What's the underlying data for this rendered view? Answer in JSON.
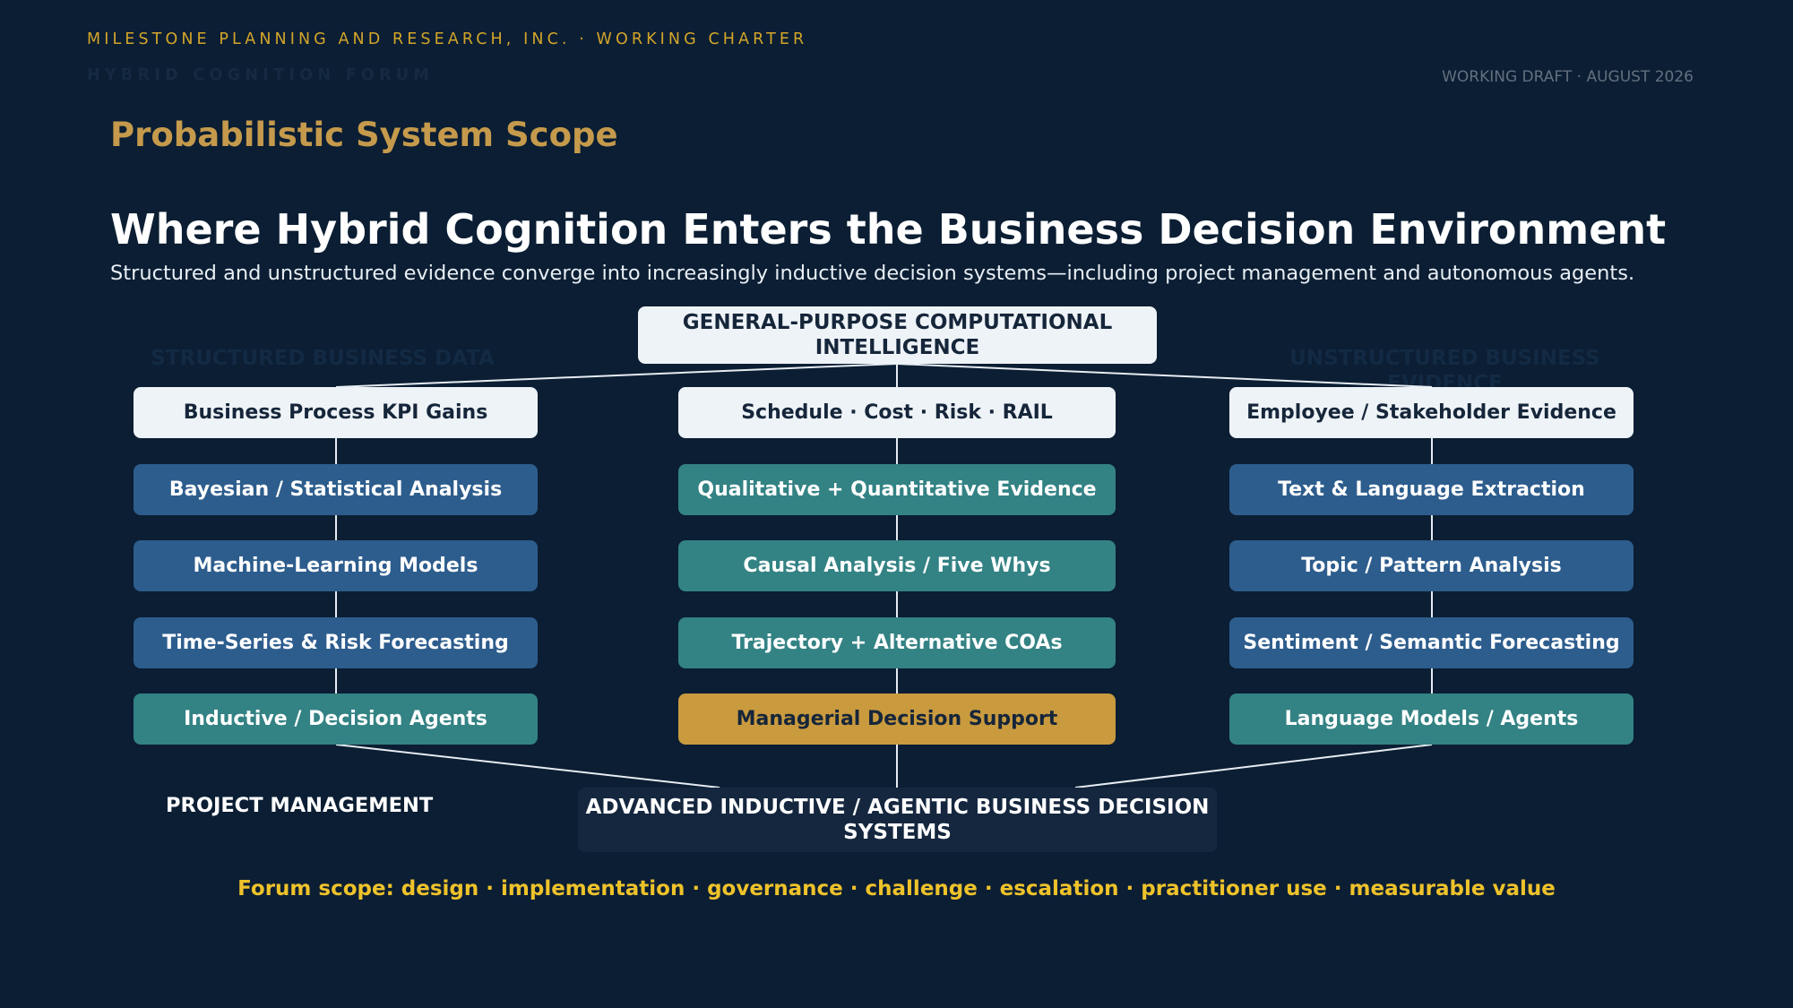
{
  "header": {
    "organization_line": "MILESTONE PLANNING AND RESEARCH, INC. · WORKING CHARTER",
    "forum_line": "HYBRID COGNITION FORUM",
    "draft_label": "WORKING DRAFT · AUGUST 2026"
  },
  "section_title": "Probabilistic System Scope",
  "main_title": "Where Hybrid Cognition Enters the Business Decision Environment",
  "subtitle": "Structured and unstructured evidence converge into increasingly inductive decision systems—including project management and autonomous agents.",
  "diagram": {
    "top_node": "GENERAL-PURPOSE COMPUTATIONAL INTELLIGENCE",
    "ghost_left": "STRUCTURED BUSINESS DATA",
    "ghost_right": "UNSTRUCTURED BUSINESS EVIDENCE",
    "columns": [
      {
        "nodes": [
          {
            "label": "Business Process KPI Gains",
            "style": "white"
          },
          {
            "label": "Bayesian / Statistical Analysis",
            "style": "blue"
          },
          {
            "label": "Machine-Learning Models",
            "style": "blue"
          },
          {
            "label": "Time-Series & Risk Forecasting",
            "style": "blue"
          },
          {
            "label": "Inductive / Decision Agents",
            "style": "teal"
          }
        ]
      },
      {
        "nodes": [
          {
            "label": "Schedule · Cost · Risk · RAIL",
            "style": "white"
          },
          {
            "label": "Qualitative + Quantitative Evidence",
            "style": "teal"
          },
          {
            "label": "Causal Analysis / Five Whys",
            "style": "teal"
          },
          {
            "label": "Trajectory + Alternative COAs",
            "style": "teal"
          },
          {
            "label": "Managerial Decision Support",
            "style": "gold"
          }
        ]
      },
      {
        "nodes": [
          {
            "label": "Employee / Stakeholder Evidence",
            "style": "white"
          },
          {
            "label": "Text & Language Extraction",
            "style": "blue"
          },
          {
            "label": "Topic / Pattern Analysis",
            "style": "blue"
          },
          {
            "label": "Sentiment / Semantic Forecasting",
            "style": "blue"
          },
          {
            "label": "Language Models / Agents",
            "style": "teal"
          }
        ]
      }
    ],
    "project_management_label": "PROJECT MANAGEMENT",
    "bottom_node": "ADVANCED INDUCTIVE / AGENTIC BUSINESS DECISION SYSTEMS"
  },
  "footer_scope": "Forum scope: design · implementation · governance · challenge · escalation · practitioner use · measurable value",
  "colors": {
    "background": "#0b1e33",
    "accent_gold": "#c59a4c",
    "node_blue": "#2d5d8d",
    "node_teal": "#338284",
    "node_gold": "#c99a3e",
    "node_white": "#eef3f8"
  }
}
